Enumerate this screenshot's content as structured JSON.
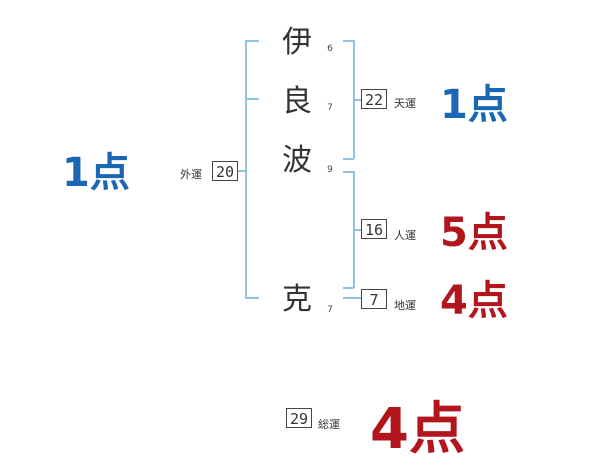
{
  "name": {
    "chars": [
      {
        "char": "伊",
        "strokes": "6"
      },
      {
        "char": "良",
        "strokes": "7"
      },
      {
        "char": "波",
        "strokes": "9"
      },
      {
        "char": "克",
        "strokes": "7"
      }
    ]
  },
  "fortunes": {
    "tenkaku": {
      "value": "22",
      "label": "天運",
      "score": "1点"
    },
    "jinkaku": {
      "value": "16",
      "label": "人運",
      "score": "5点"
    },
    "chikaku": {
      "value": "7",
      "label": "地運",
      "score": "4点"
    },
    "gaikaku": {
      "value": "20",
      "label": "外運",
      "score": "1点"
    },
    "soukaku": {
      "value": "29",
      "label": "総運",
      "score": "4点"
    }
  },
  "colors": {
    "bracket": "#8fc3e6",
    "low_score": "#1a67b5",
    "high_score": "#b3151c"
  }
}
